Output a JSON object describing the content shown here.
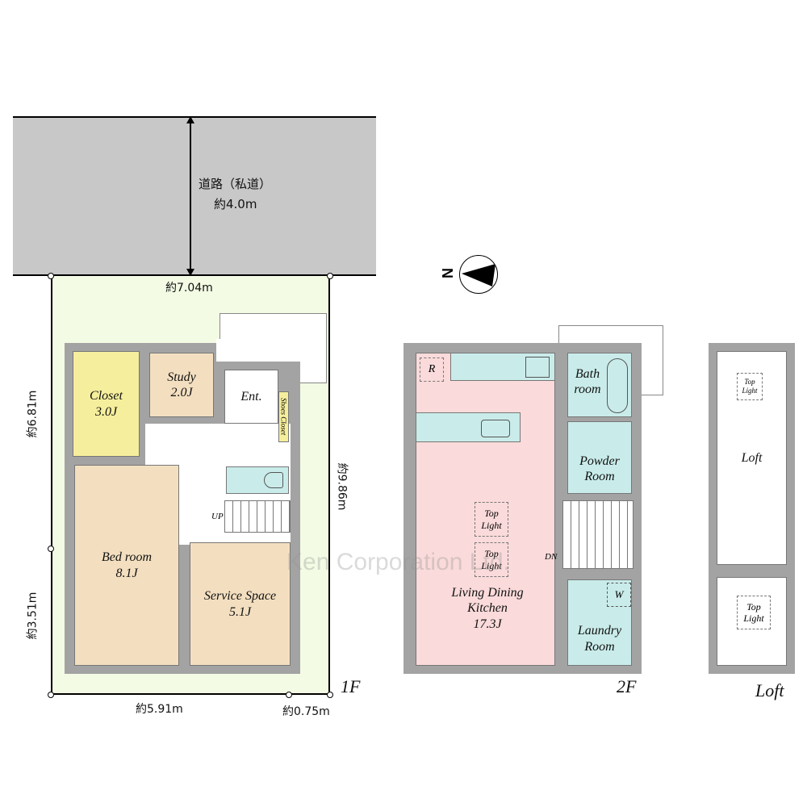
{
  "site": {
    "road_label": "道路（私道）",
    "road_width": "約4.0m",
    "frontage": "約7.04m",
    "left_upper": "約6.81m",
    "left_lower": "約3.51m",
    "right_depth": "約9.86m",
    "bottom_main": "約5.91m",
    "bottom_side": "約0.75m"
  },
  "floor1": {
    "label": "1F",
    "closet": {
      "name": "Closet",
      "size": "3.0J"
    },
    "study": {
      "name": "Study",
      "size": "2.0J"
    },
    "entrance": "Ent.",
    "shoes_closet": "Shoes Closet",
    "bedroom": {
      "name": "Bed room",
      "size": "8.1J"
    },
    "service": {
      "name": "Service Space",
      "size": "5.1J"
    },
    "stairs": "UP"
  },
  "floor2": {
    "label": "2F",
    "fridge": "R",
    "bath": "Bath room",
    "powder": "Powder Room",
    "top_light_1": "Top Light",
    "top_light_2": "Top Light",
    "ldk": {
      "name": "Living Dining Kitchen",
      "size": "17.3J"
    },
    "stairs": "DN",
    "laundry": "Laundry Room",
    "washer": "W"
  },
  "loft": {
    "label": "Loft",
    "room": "Loft",
    "top_light_1": "Top Light",
    "top_light_2": "Top Light"
  },
  "watermark": "Ken Corporation Ltd.",
  "colors": {
    "road": "#c8c8c8",
    "lot": "#f3fbe4",
    "closet": "#f5ee9c",
    "room": "#f3dfc0",
    "wet": "#c9ecea",
    "ldk": "#fadada",
    "wall": "#a3a3a3"
  }
}
